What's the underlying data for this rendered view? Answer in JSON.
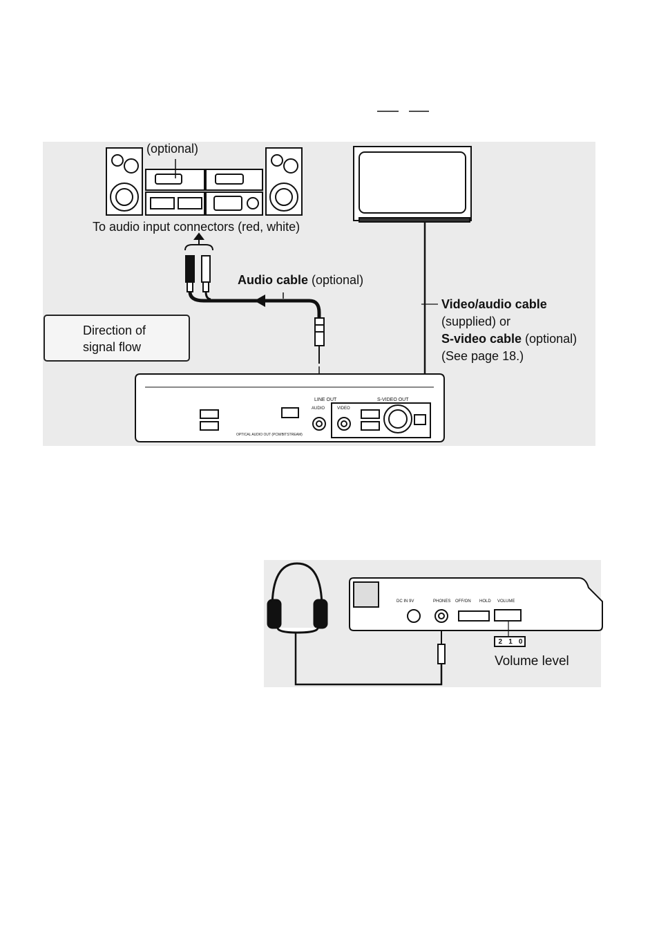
{
  "top": {
    "stereo_label": "(optional)",
    "audio_input_label": "To audio input connectors (red, white)",
    "audio_cable_bold": "Audio cable",
    "audio_cable_rest": " (optional)",
    "legend_line1": "Direction of",
    "legend_line2": "signal flow",
    "video_cable_bold": "Video/audio cable",
    "video_cable_line2": "(supplied) or",
    "svideo_cable_bold": "S-video cable",
    "svideo_cable_rest": " (optional)",
    "see_page": "(See page 18.)",
    "panel_line_out": "LINE OUT",
    "panel_audio": "AUDIO",
    "panel_video": "VIDEO",
    "panel_svideo_out": "S-VIDEO OUT",
    "panel_optical": "OPTICAL AUDIO OUT (PCM/BITSTREAM)"
  },
  "bottom": {
    "volume_level_label": "Volume level",
    "volume_scale": [
      "2",
      "1",
      "0"
    ],
    "jack_dc_in": "DC IN 9V",
    "jack_phones": "PHONES",
    "switch_power": "OFF/ON",
    "switch_hold": "HOLD",
    "switch_volume": "VOLUME"
  },
  "colors": {
    "ink": "#111111",
    "panel": "#ebebeb"
  }
}
